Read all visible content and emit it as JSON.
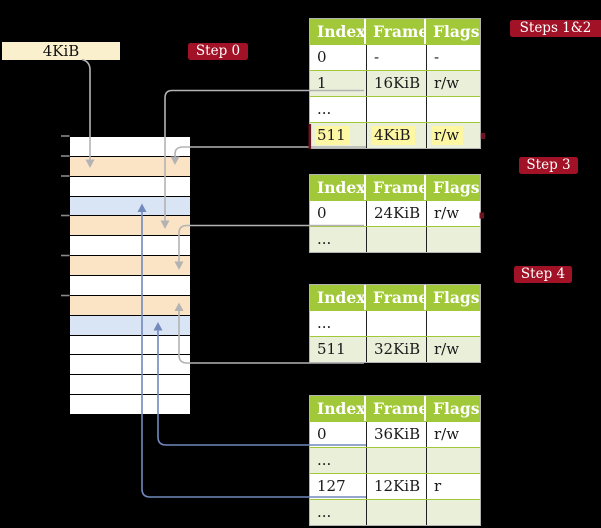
{
  "labels": {
    "page_size": "4KiB"
  },
  "badges": [
    {
      "id": "step-0",
      "label": "Step 0"
    },
    {
      "id": "steps-1-2",
      "label": "Steps 1&2"
    },
    {
      "id": "step-3",
      "label": "Step 3"
    },
    {
      "id": "step-4",
      "label": "Step 4"
    }
  ],
  "memory": {
    "rows": [
      "plain",
      "table",
      "plain",
      "frame",
      "table",
      "plain",
      "table",
      "plain",
      "table",
      "frame",
      "plain",
      "plain",
      "plain",
      "plain"
    ]
  },
  "tables": [
    {
      "id": "page-table-steps-1-2",
      "headers": [
        "Index",
        "Frame",
        "Flags"
      ],
      "rows": [
        {
          "cells": [
            "0",
            "-",
            "-"
          ],
          "alt": false
        },
        {
          "cells": [
            "1",
            "16KiB",
            "r/w"
          ],
          "alt": true
        },
        {
          "cells": [
            "...",
            "",
            ""
          ],
          "alt": false
        },
        {
          "cells": [
            "511",
            "4KiB",
            "r/w"
          ],
          "alt": true,
          "highlight": true
        }
      ]
    },
    {
      "id": "page-table-step-3",
      "headers": [
        "Index",
        "Frame",
        "Flags"
      ],
      "rows": [
        {
          "cells": [
            "0",
            "24KiB",
            "r/w"
          ],
          "alt": false
        },
        {
          "cells": [
            "...",
            "",
            ""
          ],
          "alt": true
        }
      ]
    },
    {
      "id": "page-table-step-4",
      "headers": [
        "Index",
        "Frame",
        "Flags"
      ],
      "rows": [
        {
          "cells": [
            "...",
            "",
            ""
          ],
          "alt": false
        },
        {
          "cells": [
            "511",
            "32KiB",
            "r/w"
          ],
          "alt": true
        }
      ]
    },
    {
      "id": "page-table-final",
      "headers": [
        "Index",
        "Frame",
        "Flags"
      ],
      "rows": [
        {
          "cells": [
            "0",
            "36KiB",
            "r/w"
          ],
          "alt": false
        },
        {
          "cells": [
            "...",
            "",
            ""
          ],
          "alt": true
        },
        {
          "cells": [
            "127",
            "12KiB",
            "r"
          ],
          "alt": false
        },
        {
          "cells": [
            "...",
            "",
            ""
          ],
          "alt": true
        }
      ]
    }
  ],
  "colors": {
    "background": "#000000",
    "badge_red": "#a11226",
    "header_green": "#a0c838",
    "row_light_green": "#e9efd8",
    "row_orange": "#fbe3c5",
    "row_blue": "#d9e4f4",
    "highlight_yellow": "#fdf7a3",
    "label_cream": "#fbf0cd",
    "arrow_gray": "#b3b3b3",
    "arrow_blue": "#7189bc",
    "tick_gray": "#8a8a8a",
    "accent_dark_red": "#6e1420"
  }
}
